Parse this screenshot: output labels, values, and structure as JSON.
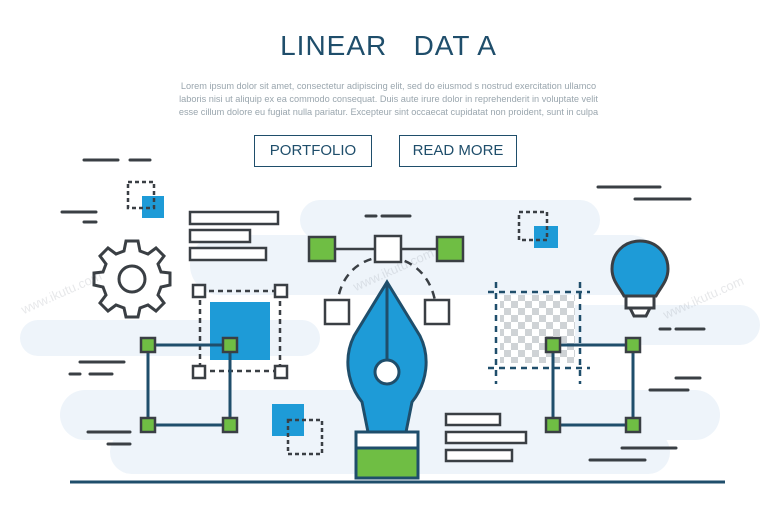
{
  "header": {
    "title": "LINEAR   DAT A",
    "body_lines": [
      "Lorem ipsum dolor sit amet, consectetur adipiscing elit, sed do eiusmod s nostrud exercitation ullamco",
      "laboris nisi ut aliquip ex ea commodo consequat. Duis aute irure dolor in reprehenderit in voluptate velit",
      "esse cillum dolore eu fugiat nulla pariatur. Excepteur sint occaecat cupidatat non proident, sunt in culpa"
    ]
  },
  "buttons": {
    "portfolio": "PORTFOLIO",
    "read_more": "READ MORE"
  },
  "watermarks": [
    "www.ikutu.com",
    "www.ikutu.com",
    "www.ikutu.com"
  ],
  "colors": {
    "navy": "#1f4e6b",
    "outline": "#3a3f44",
    "blue": "#1e9bd7",
    "green": "#6fbe44",
    "bg_cloud": "#eef4fa"
  }
}
